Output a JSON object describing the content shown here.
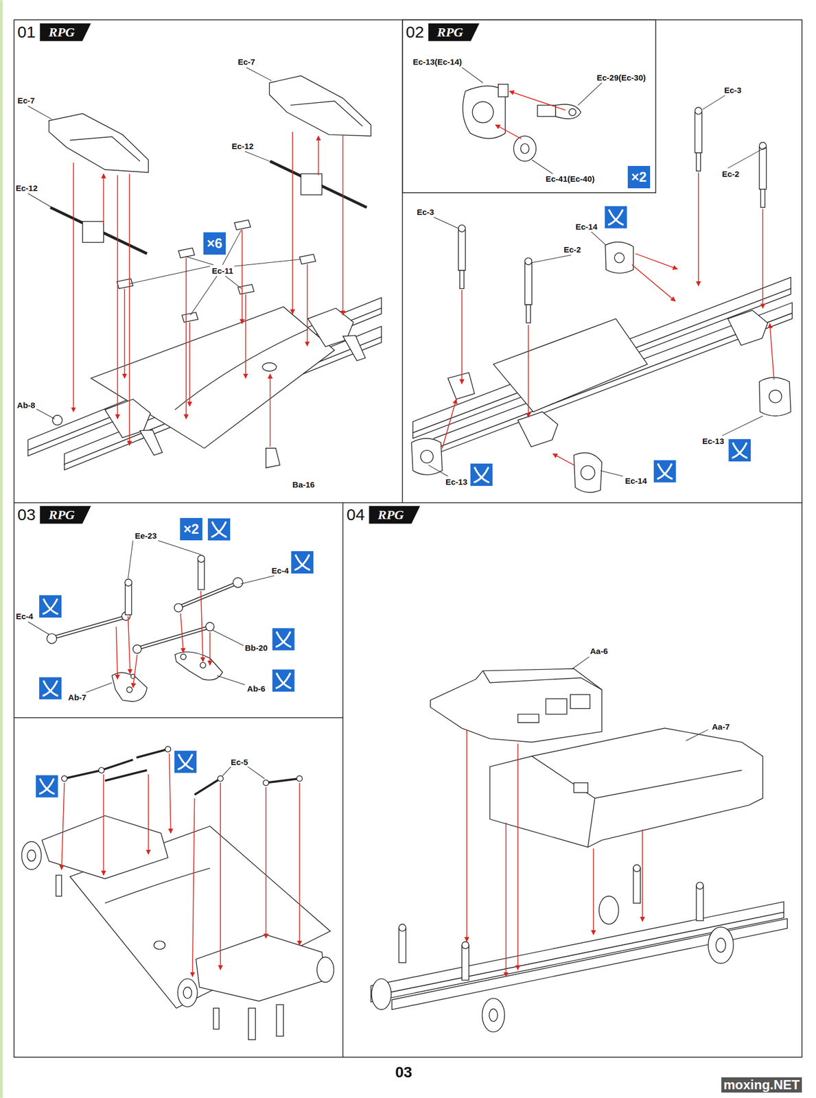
{
  "diagram": {
    "nodes": [
      {
        "text": [
          "01",
          "RPG"
        ]
      },
      {
        "text": [
          "02",
          "RPG"
        ]
      },
      {
        "text": [
          "03",
          "RPG"
        ]
      },
      {
        "text": [
          "04",
          "RPG"
        ]
      },
      {
        "text": [
          "×6"
        ]
      },
      {
        "text": [
          "×2"
        ]
      },
      {
        "text": [
          "×2"
        ]
      }
    ],
    "labels": [
      "Ec-7",
      "Ec-7",
      "Ec-12",
      "Ec-12",
      "Ec-11",
      "Ab-8",
      "Ba-16",
      "Ec-13(Ec-14)",
      "Ec-29(Ec-30)",
      "Ec-41(Ec-40)",
      "Ec-3",
      "Ec-2",
      "Ec-3",
      "Ec-14",
      "Ec-2",
      "Ec-13",
      "Ec-13",
      "Ec-14",
      "Ee-23",
      "Ec-4",
      "Ec-4",
      "Bb-20",
      "Ab-7",
      "Ab-6",
      "Ec-5",
      "Aa-6",
      "Aa-7",
      "03",
      "moxing.NET"
    ]
  }
}
